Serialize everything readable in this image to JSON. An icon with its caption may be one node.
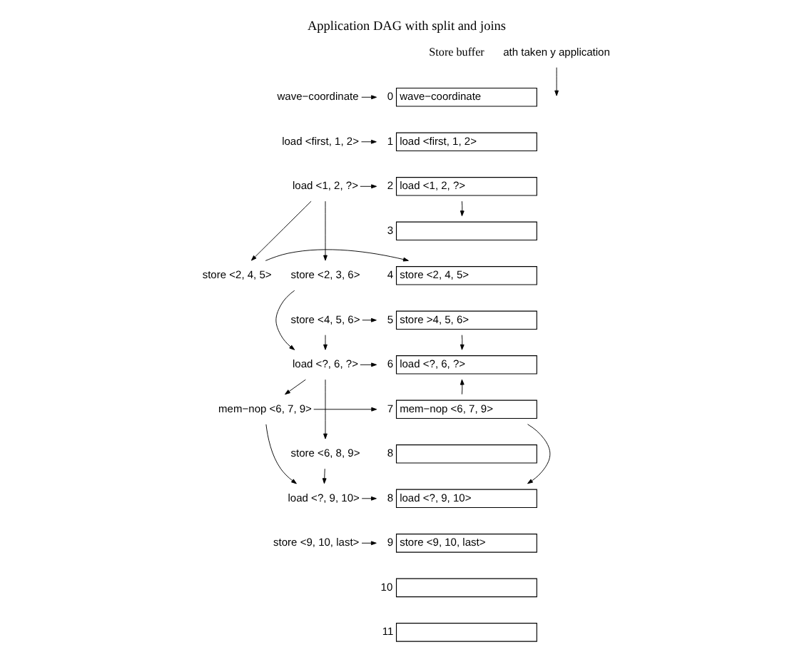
{
  "diagram": {
    "title": "Application DAG with split and joins",
    "nodes": [
      {
        "text": [
          "wave−coordinate"
        ]
      },
      {
        "text": [
          "load <first, 1, 2>"
        ]
      },
      {
        "text": [
          "load <1, 2, ?>"
        ]
      },
      {
        "text": [
          "store <2, 3, 6>"
        ]
      },
      {
        "text": [
          "store <2, 4, 5>"
        ]
      },
      {
        "text": [
          "store <4, 5, 6>"
        ]
      },
      {
        "text": [
          "ath taken y application"
        ]
      },
      {
        "text": [
          "load <?, 6, ?>"
        ]
      },
      {
        "text": [
          "mem−nop <6, 7, 9>"
        ]
      },
      {
        "text": [
          "store <6, 8, 9>"
        ]
      },
      {
        "text": [
          "load <?, 9, 10>"
        ]
      },
      {
        "text": [
          "store <9, 10, last>"
        ]
      },
      {
        "text": [
          "wave−coordinate"
        ],
        "beside": [
          "0"
        ]
      },
      {
        "text": [
          "load <first, 1, 2>"
        ],
        "beside": [
          "1"
        ]
      },
      {
        "text": [
          "load <1, 2, ?>"
        ],
        "beside": [
          "2"
        ]
      },
      {
        "text": [],
        "shape": "box",
        "beside": [
          "3"
        ]
      },
      {
        "text": [
          "store <2, 4, 5>"
        ],
        "beside": [
          "4"
        ]
      },
      {
        "text": [
          "store >4, 5, 6>"
        ],
        "beside": [
          "5"
        ]
      },
      {
        "text": [
          "load <?, 6, ?>"
        ],
        "beside": [
          "6"
        ]
      },
      {
        "text": [
          "mem−nop <6, 7, 9>"
        ],
        "beside": [
          "7"
        ]
      },
      {
        "text": [],
        "shape": "box",
        "beside": [
          "8"
        ]
      },
      {
        "text": [
          "load <?, 9, 10>"
        ],
        "beside": [
          "8"
        ]
      },
      {
        "text": [
          "store <9, 10, last>"
        ],
        "beside": [
          "9"
        ]
      },
      {
        "text": [],
        "shape": "box",
        "beside": [
          "10"
        ]
      },
      {
        "text": [],
        "shape": "box",
        "beside": [
          "11"
        ]
      }
    ],
    "edges": [
      {
        "from": 0,
        "to": 12,
        "arrow": "to"
      },
      {
        "from": 1,
        "to": 13,
        "arrow": "to"
      },
      {
        "from": 2,
        "to": 14,
        "arrow": "to"
      },
      {
        "from": 2,
        "to": 3,
        "arrow": "to"
      },
      {
        "from": 2,
        "to": 4,
        "arrow": "to"
      },
      {
        "from": 3,
        "to": 7,
        "arrow": "to"
      },
      {
        "from": 5,
        "to": 7,
        "arrow": "to"
      },
      {
        "from": 4,
        "to": 16,
        "arrow": "to"
      },
      {
        "from": 5,
        "to": 17,
        "arrow": "to"
      },
      {
        "from": 6,
        "to": null,
        "arrow": "to"
      },
      {
        "from": 7,
        "to": 18,
        "arrow": "to"
      },
      {
        "from": 7,
        "to": 8,
        "arrow": "to"
      },
      {
        "from": 7,
        "to": 9,
        "arrow": "to"
      },
      {
        "from": 8,
        "to": 19,
        "arrow": "to"
      },
      {
        "from": 8,
        "to": 10,
        "arrow": "to"
      },
      {
        "from": 9,
        "to": 10,
        "arrow": "to"
      },
      {
        "from": 10,
        "to": 21,
        "arrow": "to"
      },
      {
        "from": 11,
        "to": 22,
        "arrow": "to"
      },
      {
        "from": 14,
        "to": 15,
        "arrow": "to"
      },
      {
        "from": 17,
        "to": 18,
        "arrow": "to"
      },
      {
        "from": 19,
        "to": 18,
        "arrow": "to"
      },
      {
        "from": 19,
        "to": 21,
        "arrow": "to"
      }
    ],
    "labels": [
      "Store buffer"
    ]
  }
}
